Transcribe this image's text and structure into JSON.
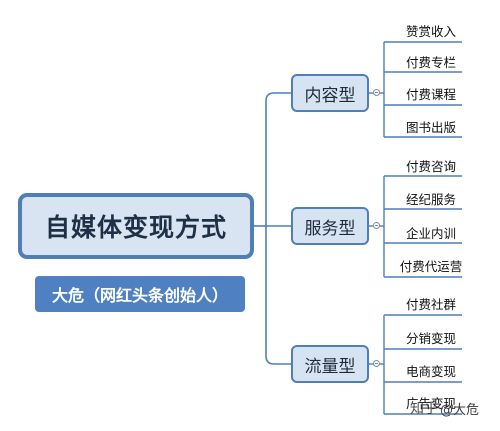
{
  "root": {
    "title": "自媒体变现方式"
  },
  "author": {
    "label": "大危（网红头条创始人）"
  },
  "branches": [
    {
      "label": "内容型",
      "leaves": [
        "赞赏收入",
        "付费专栏",
        "付费课程",
        "图书出版"
      ]
    },
    {
      "label": "服务型",
      "leaves": [
        "付费咨询",
        "经纪服务",
        "企业内训",
        "付费代运营"
      ]
    },
    {
      "label": "流量型",
      "leaves": [
        "付费社群",
        "分销变现",
        "电商变现",
        "广告变现"
      ]
    }
  ],
  "watermark": {
    "brand": "知乎",
    "handle": "@大危"
  },
  "colors": {
    "line": "#4f7fb6",
    "root_fill": "#d8e4f1",
    "author_fill": "#4f81c2",
    "branch_fill": "#d6e3f1"
  }
}
